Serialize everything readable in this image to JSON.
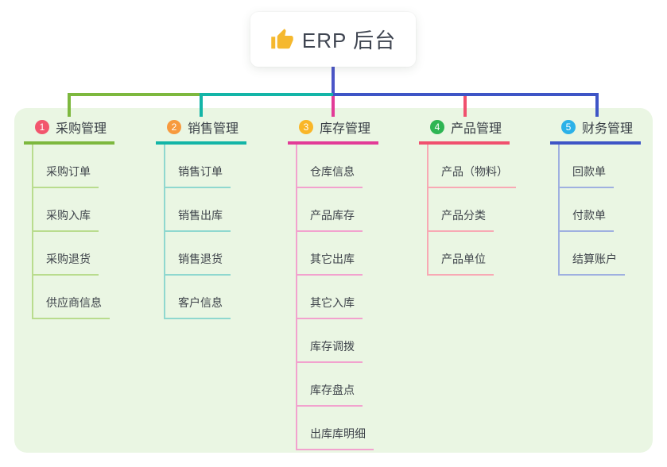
{
  "canvas": {
    "background": "#ffffff",
    "panel_background": "#eaf6e3"
  },
  "root": {
    "title": "ERP 后台",
    "icon": "thumbs-up-icon",
    "icon_color": "#f5b82e",
    "connector_color": "#4b55c8"
  },
  "branches": [
    {
      "badge": "1",
      "badge_color": "#f2566d",
      "label": "采购管理",
      "line_color": "#7db83e",
      "child_line_color": "#b9dc8e",
      "children": [
        "采购订单",
        "采购入库",
        "采购退货",
        "供应商信息"
      ]
    },
    {
      "badge": "2",
      "badge_color": "#f79a3e",
      "label": "销售管理",
      "line_color": "#13b5a7",
      "child_line_color": "#8fd8cf",
      "children": [
        "销售订单",
        "销售出库",
        "销售退货",
        "客户信息"
      ]
    },
    {
      "badge": "3",
      "badge_color": "#f9b628",
      "label": "库存管理",
      "line_color": "#e23b97",
      "child_line_color": "#f2a2ce",
      "children": [
        "仓库信息",
        "产品库存",
        "其它出库",
        "其它入库",
        "库存调拨",
        "库存盘点",
        "出库库明细"
      ]
    },
    {
      "badge": "4",
      "badge_color": "#2eb553",
      "label": "产品管理",
      "line_color": "#f0506e",
      "child_line_color": "#f8a9b4",
      "children": [
        "产品（物料）",
        "产品分类",
        "产品单位"
      ]
    },
    {
      "badge": "5",
      "badge_color": "#2cb1e8",
      "label": "财务管理",
      "line_color": "#3e55c6",
      "child_line_color": "#9fb0e0",
      "children": [
        "回款单",
        "付款单",
        "结算账户"
      ]
    }
  ]
}
